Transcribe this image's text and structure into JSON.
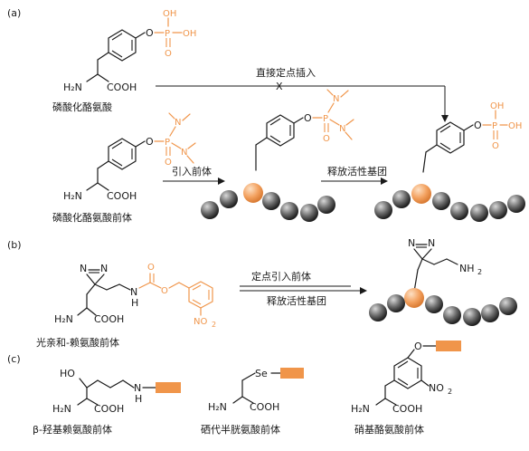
{
  "panels": {
    "a": "(a)",
    "b": "(b)",
    "c": "(c)"
  },
  "colors": {
    "bond": "#1a1a1a",
    "orange": "#f0954a",
    "bead_dark": "#3a3a3a",
    "bead_light": "#bdbdbd",
    "bead_orange": "#f3a15f"
  },
  "labels": {
    "nh2": "H₂N",
    "cooh": "COOH",
    "o": "O",
    "p": "P",
    "oh": "OH",
    "n": "N",
    "nh": "N",
    "h": "H",
    "nh2_right": "NH",
    "two": "2",
    "no2": "NO",
    "ho": "HO",
    "se": "Se"
  },
  "captions": {
    "phosphotyrosine": "磷酸化酪氨酸",
    "phosphotyrosine_precursor": "磷酸化酪氨酸前体",
    "photo_lysine_precursor": "光亲和-赖氨酸前体",
    "hydroxylysine_precursor": "β-羟基赖氨酸前体",
    "selenocysteine_precursor": "硒代半胱氨酸前体",
    "nitrotyrosine_precursor": "硝基酪氨酸前体"
  },
  "arrows": {
    "direct_insertion": "直接定点插入",
    "blocked": "X",
    "introduce_precursor": "引入前体",
    "release_active_group": "释放活性基团",
    "site_introduce_precursor": "定点引入前体",
    "release_active_group_b": "释放活性基团"
  }
}
